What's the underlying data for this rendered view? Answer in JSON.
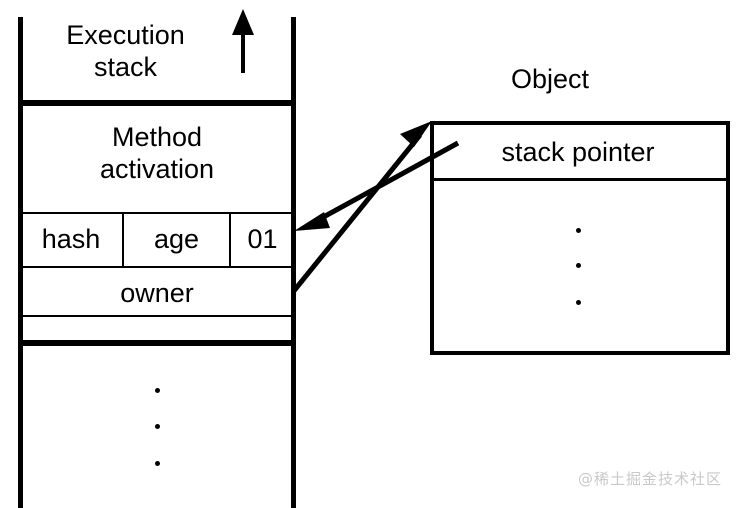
{
  "diagram": {
    "title_execution_stack": "Execution\nstack",
    "title_object": "Object",
    "watermark": "@稀土掘金技术社区"
  },
  "execution_stack": {
    "header_label": "Execution\nstack",
    "growth_arrow": "up-arrow",
    "frame_label": "Method\nactivation",
    "slots": [
      {
        "name": "hash",
        "label": "hash"
      },
      {
        "name": "age",
        "label": "age"
      },
      {
        "name": "lock-bits",
        "label": "01"
      }
    ],
    "owner_label": "owner",
    "continuation_dots": [
      "·",
      "·",
      "·"
    ]
  },
  "object": {
    "title": "Object",
    "header_field": "stack pointer",
    "continuation_dots": [
      "·",
      "·",
      "·"
    ]
  },
  "arrows": [
    {
      "name": "owner-to-object",
      "from": "owner-slot",
      "to": "object-top-left",
      "direction": "right-up"
    },
    {
      "name": "stack-pointer-to-lock-word",
      "from": "stack-pointer-field",
      "to": "lock-bits-slot",
      "direction": "left-down"
    }
  ],
  "colors": {
    "stroke": "#000000",
    "background": "#ffffff",
    "watermark": "#c9c9c9"
  }
}
